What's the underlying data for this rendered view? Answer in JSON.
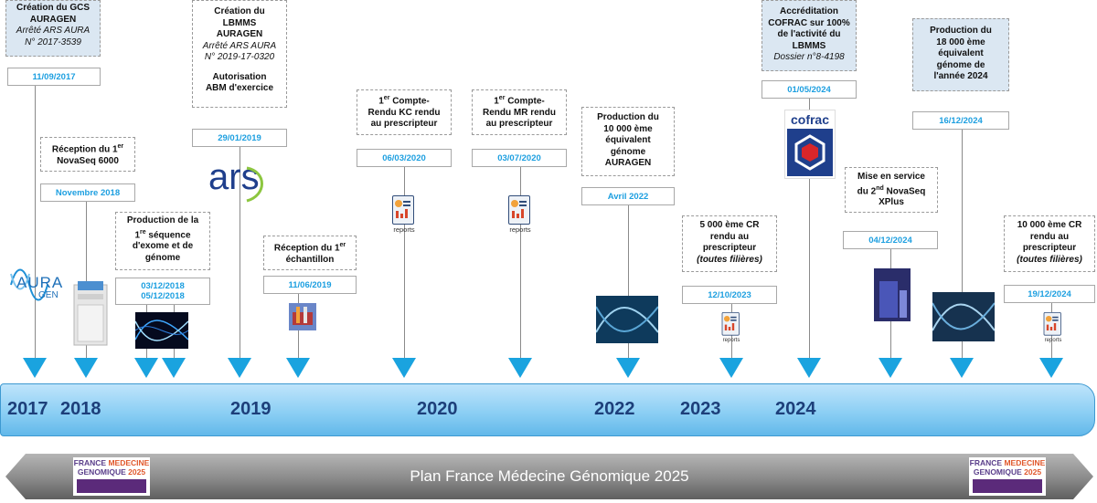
{
  "colors": {
    "accent": "#1d9fe0",
    "timeline_band": "#8ccff4",
    "year_text": "#1d3f7a",
    "event_box_blue": "#dbe7f2"
  },
  "events": {
    "gcs": {
      "l1": "Création du GCS",
      "l2": "AURAGEN",
      "l3": "Arrêté ARS AURA",
      "l4": "N° 2017-3539",
      "date": "11/09/2017"
    },
    "novaseq": {
      "l1": "Réception du 1",
      "sup": "er",
      "l2": "NovaSeq 6000",
      "date": "Novembre 2018"
    },
    "exome": {
      "l1": "Production de la",
      "l2a": "1",
      "sup": "re",
      "l2b": " séquence",
      "l3": "d'exome et de",
      "l4": "génome",
      "date1": "03/12/2018",
      "date2": "05/12/2018"
    },
    "lbmms": {
      "l1": "Création du",
      "l2": "LBMMS",
      "l3": "AURAGEN",
      "l4": "Arrêté ARS AURA",
      "l5": "N° 2019-17-0320",
      "l6": "Autorisation",
      "l7": "ABM d'exercice",
      "date": "29/01/2019"
    },
    "echantillon": {
      "l1": "Réception du 1",
      "sup": "er",
      "l2": "échantillon",
      "date": "11/06/2019"
    },
    "kc": {
      "l1a": "1",
      "sup": "er",
      "l1b": " Compte-",
      "l2": "Rendu KC rendu",
      "l3": "au prescripteur",
      "date": "06/03/2020"
    },
    "mr": {
      "l1a": "1",
      "sup": "er",
      "l1b": " Compte-",
      "l2": "Rendu MR rendu",
      "l3": "au prescripteur",
      "date": "03/07/2020"
    },
    "g10000": {
      "l1": "Production du",
      "l2": "10 000 ème",
      "l3": "équivalent",
      "l4": "génome",
      "l5": "AURAGEN",
      "date": "Avril 2022"
    },
    "cr5000": {
      "l1": "5 000 ème CR",
      "l2": "rendu au",
      "l3": "prescripteur",
      "l4": "(toutes filières)",
      "date": "12/10/2023"
    },
    "cofrac": {
      "l1": "Accréditation",
      "l2": "COFRAC sur 100%",
      "l3": "de l'activité du",
      "l4": "LBMMS",
      "l5": "Dossier n°8-4198",
      "date": "01/05/2024"
    },
    "xplus": {
      "l1": "Mise en service",
      "l2a": "du 2",
      "sup": "nd",
      "l2b": " NovaSeq",
      "l3": "XPlus",
      "date": "04/12/2024"
    },
    "g18000": {
      "l1": "Production du",
      "l2": "18 000 ème",
      "l3": "équivalent",
      "l4": "génome de",
      "l5": "l'année 2024",
      "date": "16/12/2024"
    },
    "cr10000": {
      "l1": "10 000 ème CR",
      "l2": "rendu au",
      "l3": "prescripteur",
      "l4": "(toutes filières)",
      "date": "19/12/2024"
    }
  },
  "logos": {
    "auragen": {
      "l1": "AURA",
      "l2": "GEN"
    },
    "ars": {
      "l1": "ars"
    },
    "cofrac": {
      "l1": "cofrac"
    },
    "reports": "reports",
    "fmg": {
      "l1a": "FRANCE ",
      "l1b": "MEDECINE",
      "l2a": "GENOMIQUE ",
      "l2b": "2025"
    }
  },
  "years": [
    "2017",
    "2018",
    "2019",
    "2020",
    "2022",
    "2023",
    "2024"
  ],
  "plan": {
    "label": "Plan France Médecine Génomique 2025"
  }
}
